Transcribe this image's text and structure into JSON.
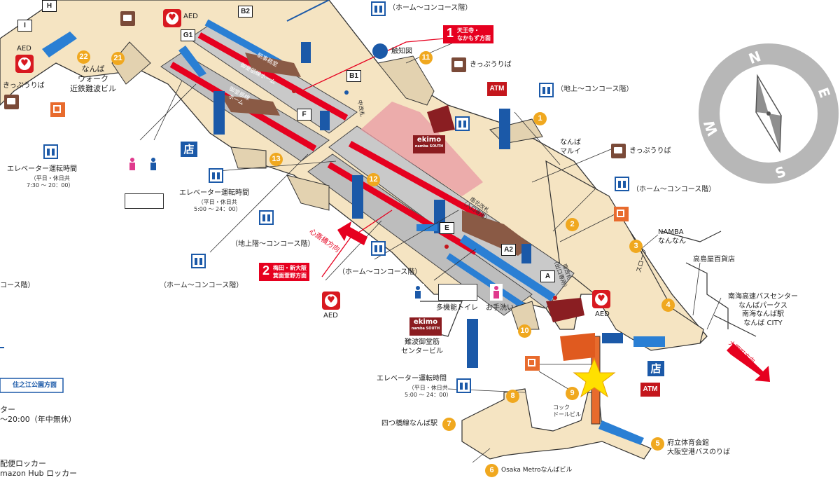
{
  "map": {
    "labels": {
      "aed_top": "AED",
      "aed_left": "AED",
      "aed_bottom": "AED",
      "aed_right": "AED",
      "home_concourse_top": "（ホーム～コンコース階）",
      "tactile_map": "触知図",
      "ticket_center": "きっぷうりば",
      "ticket_right": "きっぷうりば",
      "ticket_left": "きっぷうりば",
      "ground_concourse_right": "（地上～コンコース階）",
      "namba_marui": "なんば\nマルイ",
      "home_concourse_right": "（ホーム～コンコース階）",
      "namba_walk": "なんば\nウォーク\n近鉄難波ビル",
      "elev_hours_left_title": "エレベーター運転時間",
      "elev_hours_left_detail": "（平日・休日共\n7:30 ～ 20：00）",
      "elev_hours_center_title": "エレベーター運転時間",
      "elev_hours_center_detail": "（平日・休日共\n5:00 ～ 24：00）",
      "ground_concourse_center": "（地上階～コンコース階）",
      "home_concourse_left": "（ホーム～コンコース階）",
      "home_concourse_mid": "（ホーム～コンコース階）",
      "concourse_edge": "コース階）",
      "shinsaibashi": "心斎橋方向",
      "multi_toilet": "多機能トイレ",
      "restroom": "お手洗い",
      "namba_midosuji_center": "難波御堂筋\nセンタービル",
      "elev_hours_bottom_title": "エレベーター運転時間",
      "elev_hours_bottom_detail": "（平日・休日共\n5:00 ～ 24：00）",
      "namba_nannan": "NAMBA\nなんなん",
      "takashimaya": "高島屋百貨店",
      "nankai": "南海高速バスセンター\nなんばパークス\n南海なんば駅\nなんば CITY",
      "daikokucho": "大国町方向",
      "yotsubashi": "四つ橋線なんば駅",
      "osaka_metro_building": "Osaka Metroなんばビル",
      "cock_doll": "コック\nドールビル",
      "prefectural_gym": "府立体育会館\n大阪空港バスのりば",
      "slope": "スロープ",
      "north_south_gate": "南北改札\n（入口専用）",
      "south_gate": "南改札\n（出口専用）",
      "midosuji_home": "御堂筋線ホーム",
      "midosuji_home2": "御堂筋線\nホーム",
      "station_office": "駅事務室",
      "north_gate": "中改札",
      "suminoe": "住之江公園方面",
      "center_hours": "ター\n～20:00（年中無休）",
      "lockers": "配便ロッカー\nmazon Hub ロッカー"
    },
    "destinations": {
      "dest1_number": "1",
      "dest1_text": "天王寺・\nなかもず方面",
      "dest2_number": "2",
      "dest2_text": "梅田・新大阪\n箕面萱野方面"
    },
    "gates": [
      "H",
      "I",
      "B2",
      "G1",
      "B1",
      "F",
      "E",
      "A2",
      "A"
    ],
    "exits": [
      "1",
      "2",
      "3",
      "4",
      "5",
      "6",
      "7",
      "8",
      "9",
      "10",
      "11",
      "12",
      "13",
      "21",
      "22"
    ],
    "ekimo": {
      "name": "ekimo",
      "sub": "namba SOUTH"
    },
    "atm_label": "ATM",
    "shop_label": "店",
    "compass": {
      "letters": [
        "N",
        "E",
        "S",
        "W"
      ]
    },
    "colors": {
      "concourse": "#f5e4c2",
      "platform_gray": "#c9c9c9",
      "rail_red": "#e6001f",
      "rail_blue": "#2a7fd4",
      "accent_blue": "#1b59a8",
      "exit_orange": "#f0a81f",
      "wall_brown": "#8a5a45",
      "ekimo_pink": "#e89aa3",
      "star": "#ffe000"
    }
  }
}
